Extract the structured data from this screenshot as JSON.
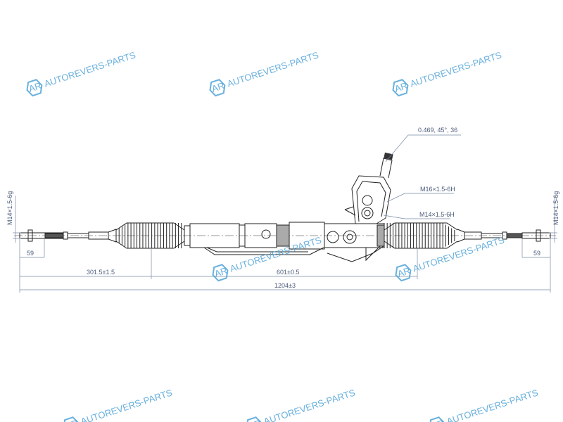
{
  "watermark": {
    "text": "AUTOREVERS-PARTS",
    "logo": "AR",
    "color": "#4fa3d8"
  },
  "annotations": {
    "pinion_spec": "0.469, 45°, 36",
    "port_upper": "M16×1.5-6H",
    "port_lower": "M14×1.5-6H",
    "thread_left": "M14×1.5-6g",
    "thread_right": "M14×1.5-6g"
  },
  "dimensions": {
    "left_end": "59",
    "right_end": "59",
    "left_half": "301.5±1.5",
    "center": "601±0.5",
    "overall": "1204±3"
  }
}
